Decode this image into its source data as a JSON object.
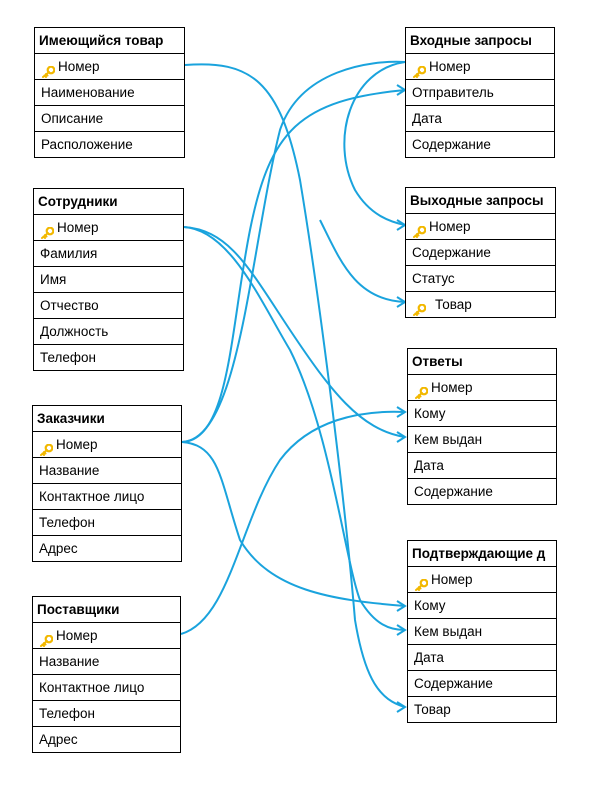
{
  "key_icon_color": "#f2b800",
  "link_color": "#1aa3dd",
  "entities": {
    "stock": {
      "title": "Имеющийся товар",
      "fields": [
        "Номер",
        "Наименование",
        "Описание",
        "Расположение"
      ]
    },
    "staff": {
      "title": "Сотрудники",
      "fields": [
        "Номер",
        "Фамилия",
        "Имя",
        "Отчество",
        "Должность",
        "Телефон"
      ]
    },
    "customers": {
      "title": "Заказчики",
      "fields": [
        "Номер",
        "Название",
        "Контактное лицо",
        "Телефон",
        "Адрес"
      ]
    },
    "suppliers": {
      "title": "Поставщики",
      "fields": [
        "Номер",
        "Название",
        "Контактное лицо",
        "Телефон",
        "Адрес"
      ]
    },
    "incoming": {
      "title": "Входные запросы",
      "fields": [
        "Номер",
        "Отправитель",
        "Дата",
        "Содержание"
      ]
    },
    "outgoing": {
      "title": "Выходные запросы",
      "fields": [
        "Номер",
        "Содержание",
        "Статус",
        "Товар"
      ]
    },
    "answers": {
      "title": "Ответы",
      "fields": [
        "Номер",
        "Кому",
        "Кем выдан",
        "Дата",
        "Содержание"
      ]
    },
    "confirm": {
      "title": "Подтверждающие д",
      "fields": [
        "Номер",
        "Кому",
        "Кем выдан",
        "Дата",
        "Содержание",
        "Товар"
      ]
    }
  }
}
